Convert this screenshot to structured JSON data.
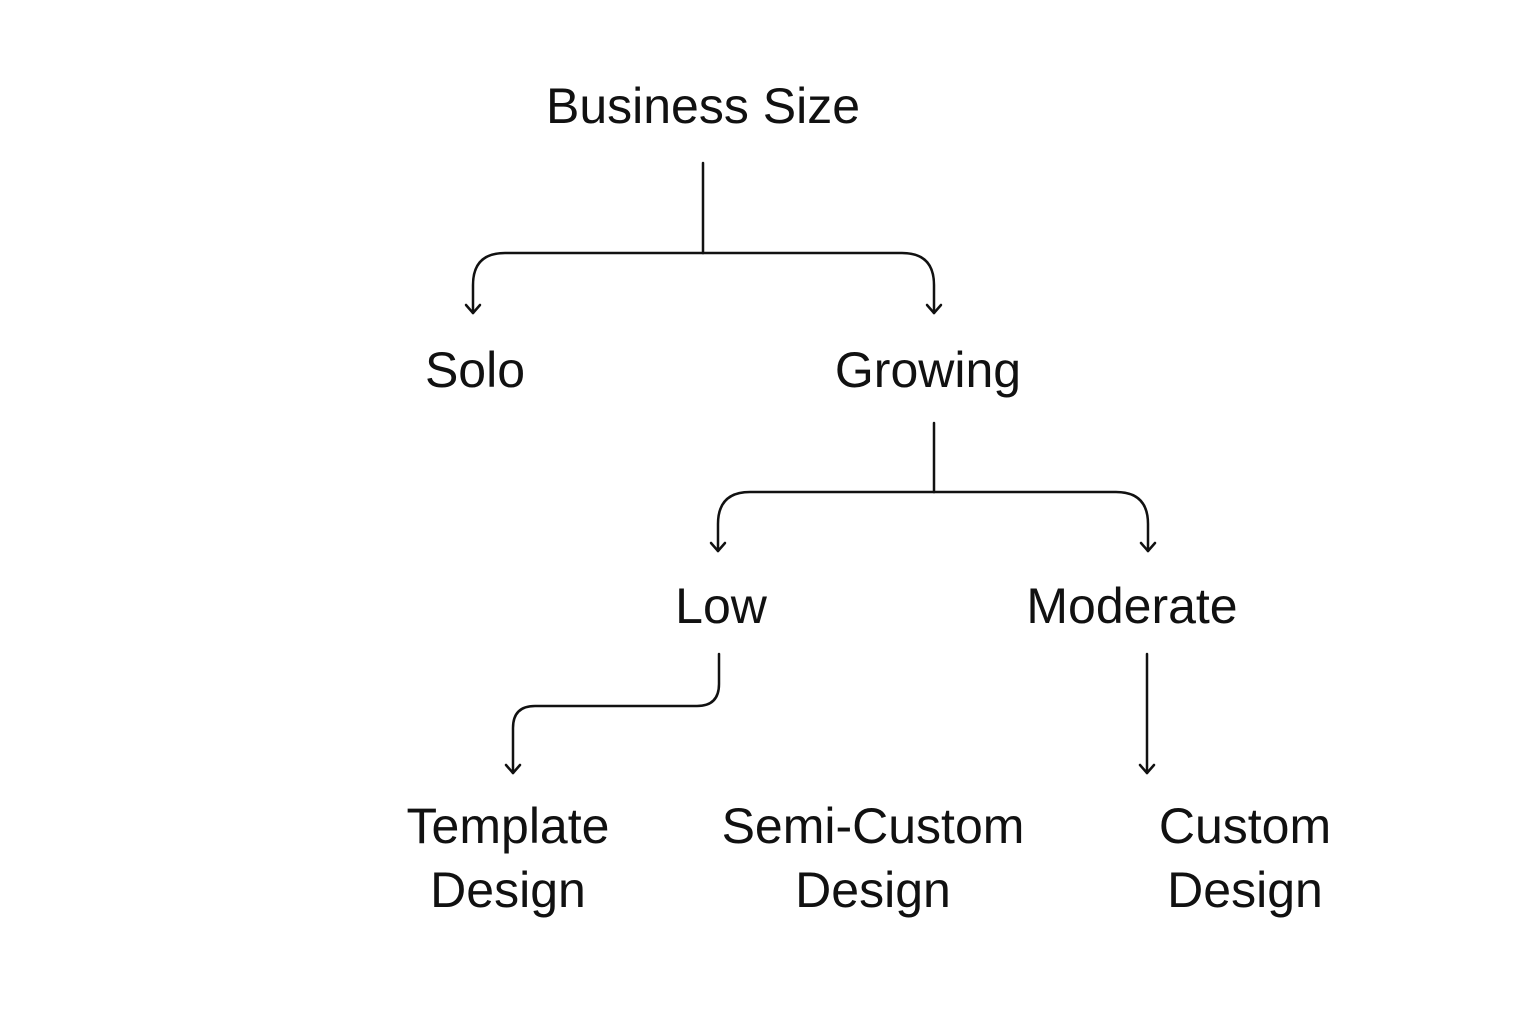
{
  "diagram": {
    "root": "Business Size",
    "level1": {
      "solo": "Solo",
      "growing": "Growing"
    },
    "level2": {
      "low": "Low",
      "moderate": "Moderate"
    },
    "level3": {
      "template": [
        "Template",
        "Design"
      ],
      "semi_custom": [
        "Semi-Custom",
        "Design"
      ],
      "custom": [
        "Custom",
        "Design"
      ]
    },
    "colors": {
      "line": "#111111",
      "text": "#111111",
      "background": "#ffffff"
    }
  }
}
